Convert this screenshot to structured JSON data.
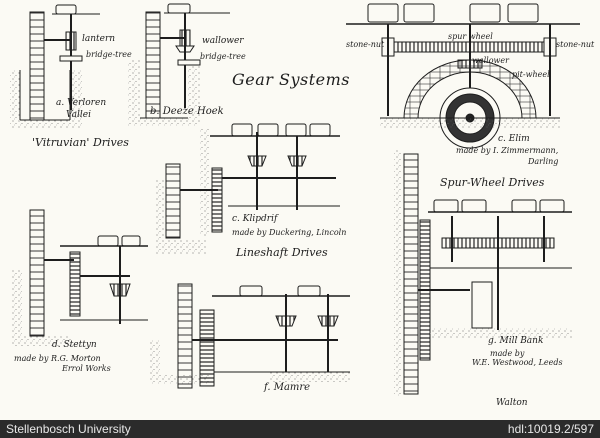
{
  "title": "Gear Systems",
  "sections": {
    "vitruvian": "'Vitruvian' Drives",
    "lineshaft": "Lineshaft Drives",
    "spur": "Spur-Wheel Drives"
  },
  "labels": {
    "lantern": "lantern",
    "bridge_tree_a": "bridge-tree",
    "wallower_b": "wallower",
    "bridge_tree_b": "bridge-tree",
    "stone_nut_l": "stone-nut",
    "spur_wheel": "spur wheel",
    "stone_nut_r": "stone-nut",
    "wallower_c": "wallower",
    "pit_wheel": "pit-wheel"
  },
  "captions": {
    "a1": "a. Verloren",
    "a2": "Vallei",
    "b": "b. Deeze Hoek",
    "c1": "c. Elim",
    "c2": "made by I. Zimmermann,",
    "c3": "Darling",
    "d1": "c. Klipdrif",
    "d2": "made by Duckering, Lincoln",
    "e1": "d. Stettyn",
    "e2": "made by R.G. Morton",
    "e3": "Errol Works",
    "f": "f. Mamre",
    "g1": "g. Mill Bank",
    "g2": "made by",
    "g3": "W.E. Westwood, Leeds"
  },
  "signature": "Walton",
  "footer": {
    "institution": "Stellenbosch University",
    "handle": "hdl:10019.2/597"
  }
}
